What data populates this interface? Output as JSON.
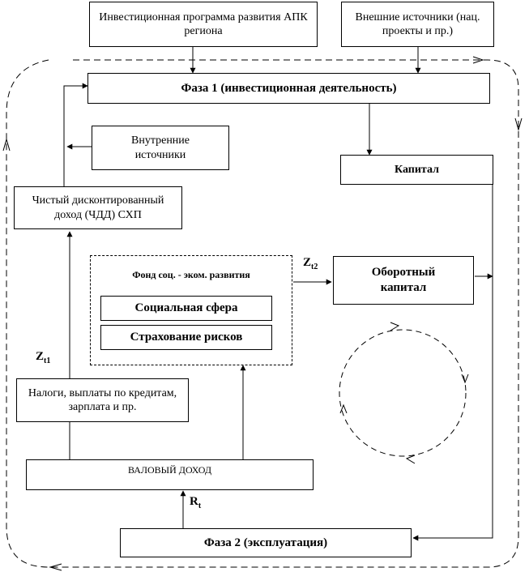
{
  "diagram": {
    "nodes": {
      "invest_program": "Инвестиционная программа развития АПК региона",
      "external_sources": "Внешние источники (нац. проекты и пр.)",
      "phase1": "Фаза 1 (инвестиционная деятельность)",
      "internal_sources": "Внутренние источники",
      "capital": "Капитал",
      "npv": "Чистый дисконтированный доход  (ЧДД) СХП",
      "fund_title": "Фонд соц. - эком. развития",
      "social_sphere": "Социальная сфера",
      "risk_insurance": "Страхование рисков",
      "working_capital": "Оборотный капитал",
      "taxes": "Налоги, выплаты по кредитам, зарплата и пр.",
      "gross_income": "ВАЛОВЫЙ ДОХОД",
      "phase2": "Фаза 2 (эксплуатация)"
    },
    "labels": {
      "z_t1": {
        "base": "Z",
        "sub": "t1"
      },
      "z_t2": {
        "base": "Z",
        "sub": "t2"
      },
      "r_t": {
        "base": "R",
        "sub": "t"
      }
    }
  }
}
